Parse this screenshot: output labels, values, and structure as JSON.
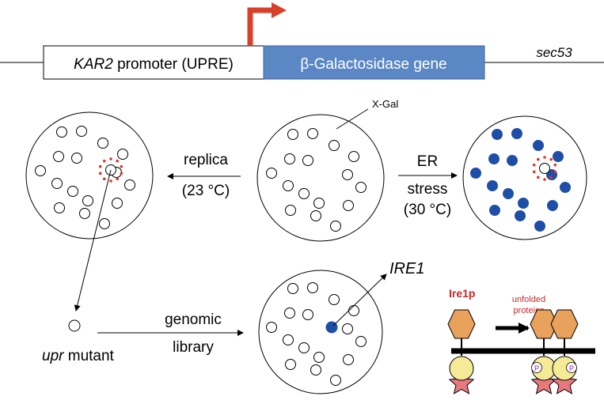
{
  "construct": {
    "promoter_label_italic": "KAR2",
    "promoter_label_rest": " promoter (UPRE)",
    "gene_label": "β-Galactosidase gene",
    "strain_label": "sec53",
    "gene_box_color": "#5b87c5",
    "arrow_color": "#d9402b"
  },
  "plates": {
    "xgal_label": "X-Gal",
    "replica_label": "replica",
    "replica_temp": "(23 °C)",
    "stress_line1": "ER",
    "stress_line2": "stress",
    "stress_temp": "(30 °C)",
    "colony_blue": "#1f4ea8",
    "dots_red": "#e0332a"
  },
  "screen": {
    "mutant_italic": "upr",
    "mutant_rest": " mutant",
    "genomic_line1": "genomic",
    "genomic_line2": "library",
    "gene_result": "IRE1"
  },
  "model": {
    "ire1p_label": "Ire1p",
    "unfolded_line1": "unfolded",
    "unfolded_line2": "proteins",
    "phospho_label": "P",
    "hexagon_color": "#e8a25c",
    "kinase_color": "#f5eb96",
    "star_color": "#e7787d",
    "label_color": "#c62828"
  }
}
